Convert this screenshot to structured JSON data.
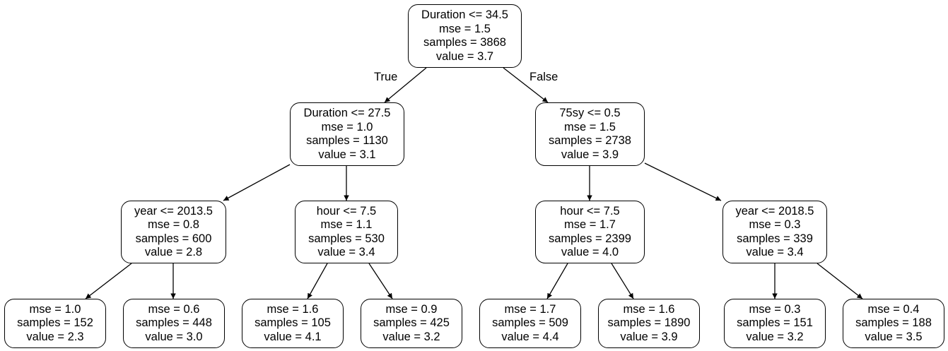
{
  "edge_labels": {
    "true": "True",
    "false": "False"
  },
  "nodes": [
    {
      "id": "n0",
      "lines": [
        "Duration <= 34.5",
        "mse = 1.5",
        "samples = 3868",
        "value = 3.7"
      ]
    },
    {
      "id": "n1",
      "lines": [
        "Duration <= 27.5",
        "mse = 1.0",
        "samples = 1130",
        "value = 3.1"
      ]
    },
    {
      "id": "n2",
      "lines": [
        "75sy <= 0.5",
        "mse = 1.5",
        "samples = 2738",
        "value = 3.9"
      ]
    },
    {
      "id": "n3",
      "lines": [
        "year <= 2013.5",
        "mse = 0.8",
        "samples = 600",
        "value = 2.8"
      ]
    },
    {
      "id": "n4",
      "lines": [
        "hour <= 7.5",
        "mse = 1.1",
        "samples = 530",
        "value = 3.4"
      ]
    },
    {
      "id": "n5",
      "lines": [
        "hour <= 7.5",
        "mse = 1.7",
        "samples = 2399",
        "value = 4.0"
      ]
    },
    {
      "id": "n6",
      "lines": [
        "year <= 2018.5",
        "mse = 0.3",
        "samples = 339",
        "value = 3.4"
      ]
    },
    {
      "id": "n7",
      "lines": [
        "mse = 1.0",
        "samples = 152",
        "value = 2.3"
      ]
    },
    {
      "id": "n8",
      "lines": [
        "mse = 0.6",
        "samples = 448",
        "value = 3.0"
      ]
    },
    {
      "id": "n9",
      "lines": [
        "mse = 1.6",
        "samples = 105",
        "value = 4.1"
      ]
    },
    {
      "id": "n10",
      "lines": [
        "mse = 0.9",
        "samples = 425",
        "value = 3.2"
      ]
    },
    {
      "id": "n11",
      "lines": [
        "mse = 1.7",
        "samples = 509",
        "value = 4.4"
      ]
    },
    {
      "id": "n12",
      "lines": [
        "mse = 1.6",
        "samples = 1890",
        "value = 3.9"
      ]
    },
    {
      "id": "n13",
      "lines": [
        "mse = 0.3",
        "samples = 151",
        "value = 3.2"
      ]
    },
    {
      "id": "n14",
      "lines": [
        "mse = 0.4",
        "samples = 188",
        "value = 3.5"
      ]
    }
  ],
  "edges": [
    {
      "from": "n0",
      "to": "n1"
    },
    {
      "from": "n0",
      "to": "n2"
    },
    {
      "from": "n1",
      "to": "n3"
    },
    {
      "from": "n1",
      "to": "n4"
    },
    {
      "from": "n2",
      "to": "n5"
    },
    {
      "from": "n2",
      "to": "n6"
    },
    {
      "from": "n3",
      "to": "n7"
    },
    {
      "from": "n3",
      "to": "n8"
    },
    {
      "from": "n4",
      "to": "n9"
    },
    {
      "from": "n4",
      "to": "n10"
    },
    {
      "from": "n5",
      "to": "n11"
    },
    {
      "from": "n5",
      "to": "n12"
    },
    {
      "from": "n6",
      "to": "n13"
    },
    {
      "from": "n6",
      "to": "n14"
    }
  ]
}
